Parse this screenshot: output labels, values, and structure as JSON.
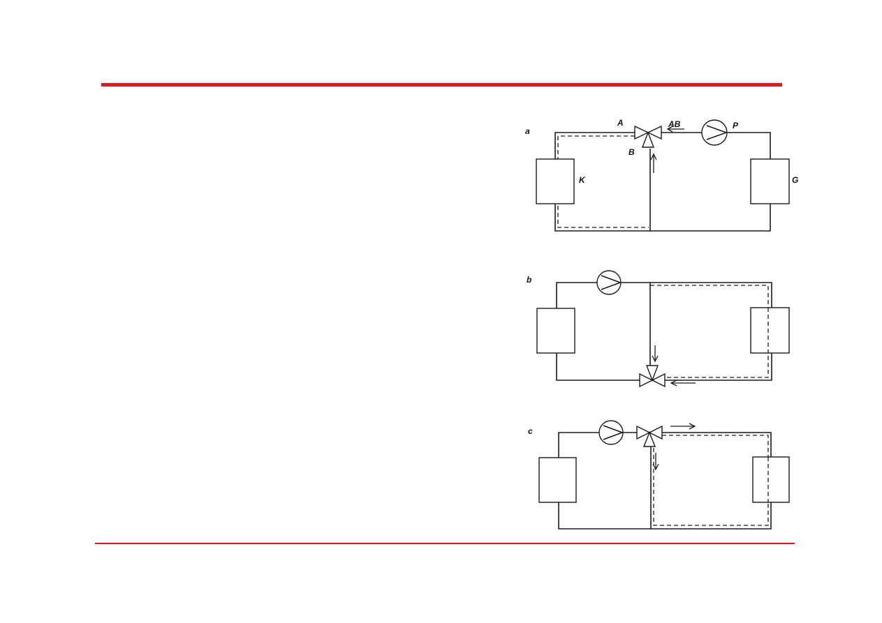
{
  "colors": {
    "rule": "#e8141c",
    "ink": "#1a1a1a",
    "background": "#ffffff"
  },
  "diagram": {
    "panel_a": {
      "panel_label": "a",
      "valve_port_a": "A",
      "valve_port_b": "B",
      "valve_port_ab": "AB",
      "pump_label": "P",
      "left_unit_label": "K",
      "right_unit_label": "G"
    },
    "panel_b": {
      "panel_label": "b"
    },
    "panel_c": {
      "panel_label": "c"
    }
  }
}
